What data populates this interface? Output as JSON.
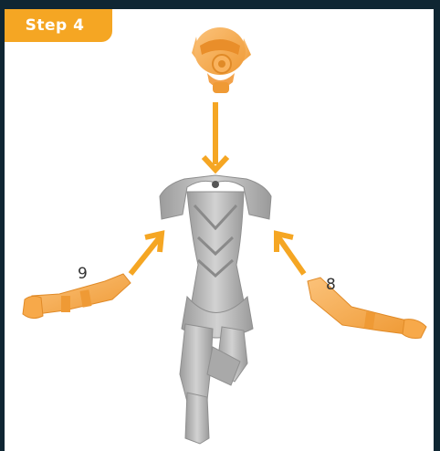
{
  "step": {
    "label": "Step 4"
  },
  "parts": {
    "left_arm_number": "9",
    "right_arm_number": "8"
  },
  "colors": {
    "background": "#0f2633",
    "panel": "#ffffff",
    "accent": "#f5a623",
    "part_orange": "#f7a94a",
    "body_gray": "#b9b9b9"
  },
  "icons": {
    "head_part": "helmeted-head-part",
    "body_part": "torso-body-part",
    "arm_left": "left-arm-part",
    "arm_right": "right-arm-part",
    "arrows": "assembly-arrow"
  }
}
